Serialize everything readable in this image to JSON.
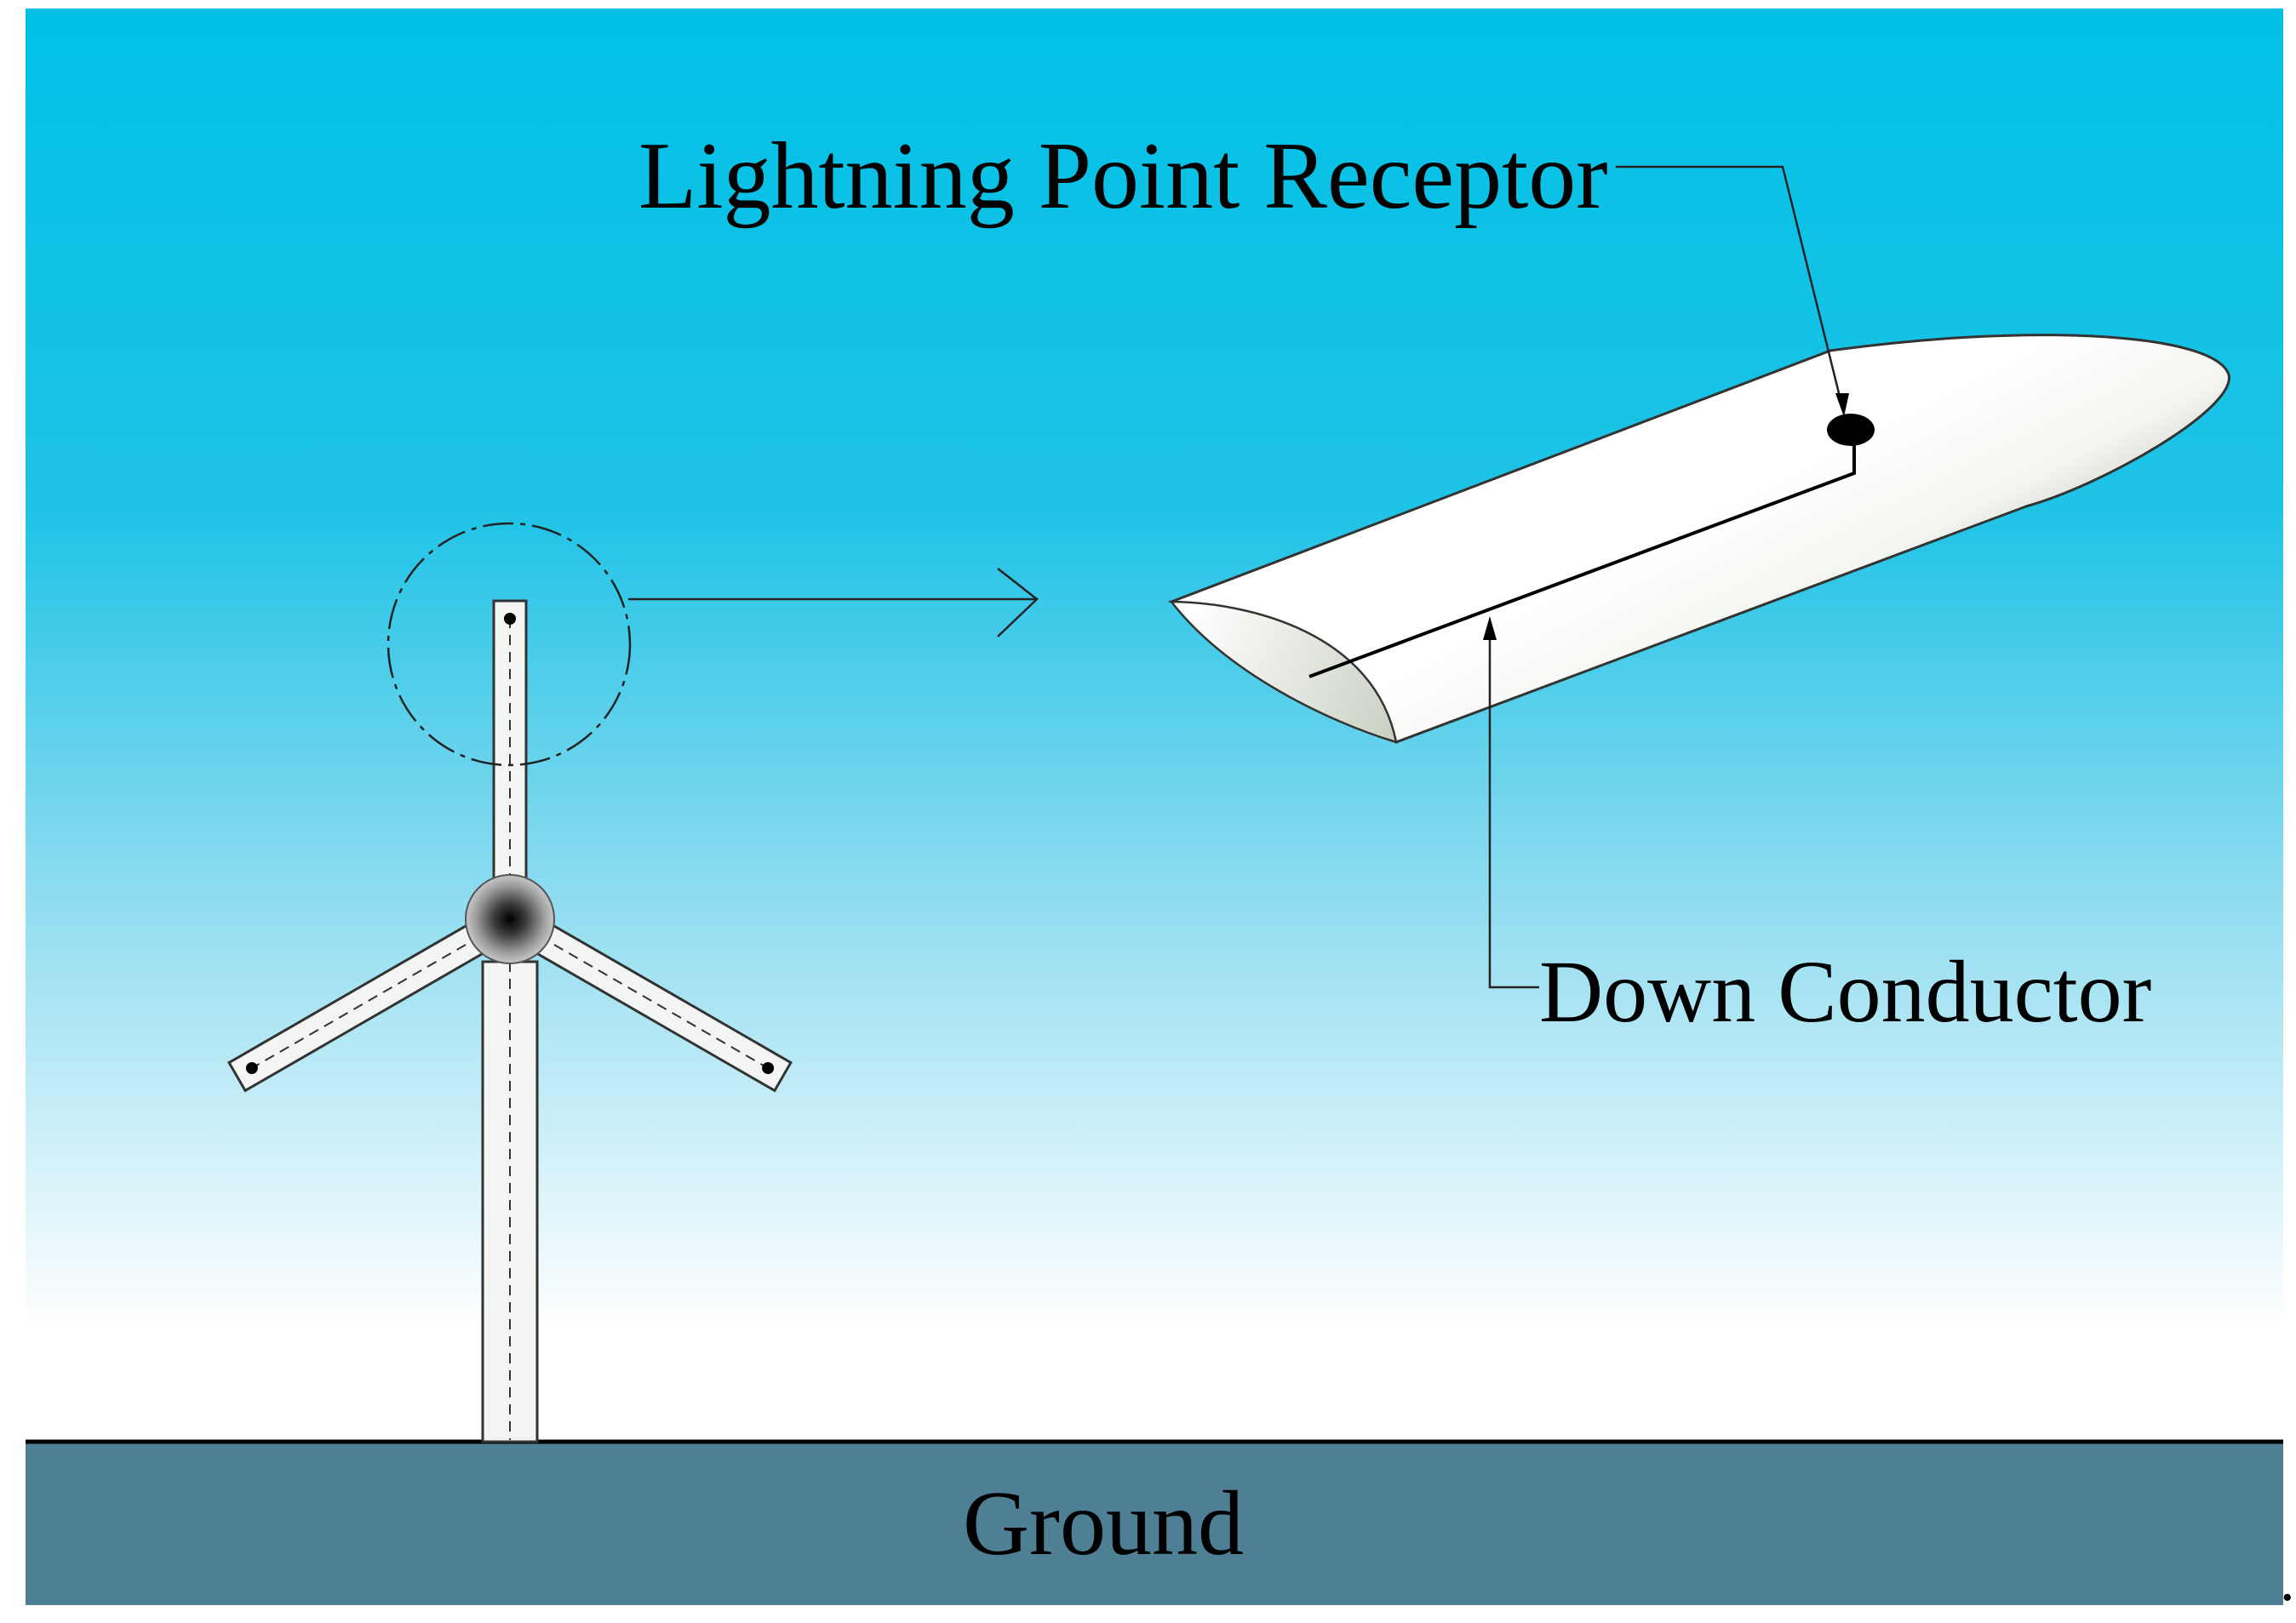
{
  "labels": {
    "lightning_point_receptor": "Lightning Point Receptor",
    "down_conductor": "Down Conductor",
    "ground": "Ground",
    "trailing_mark": "."
  },
  "colors": {
    "sky_top": "#00C0E6",
    "sky_mid": "#8FDCF0",
    "sky_bottom": "#FFFFFF",
    "ground_fill": "#4F7F95",
    "blade_light": "#FFFFFF",
    "blade_shadow": "#7A8A6E",
    "tower_fill": "#F2F5F2",
    "outline": "#333333",
    "conductor": "#000000"
  }
}
